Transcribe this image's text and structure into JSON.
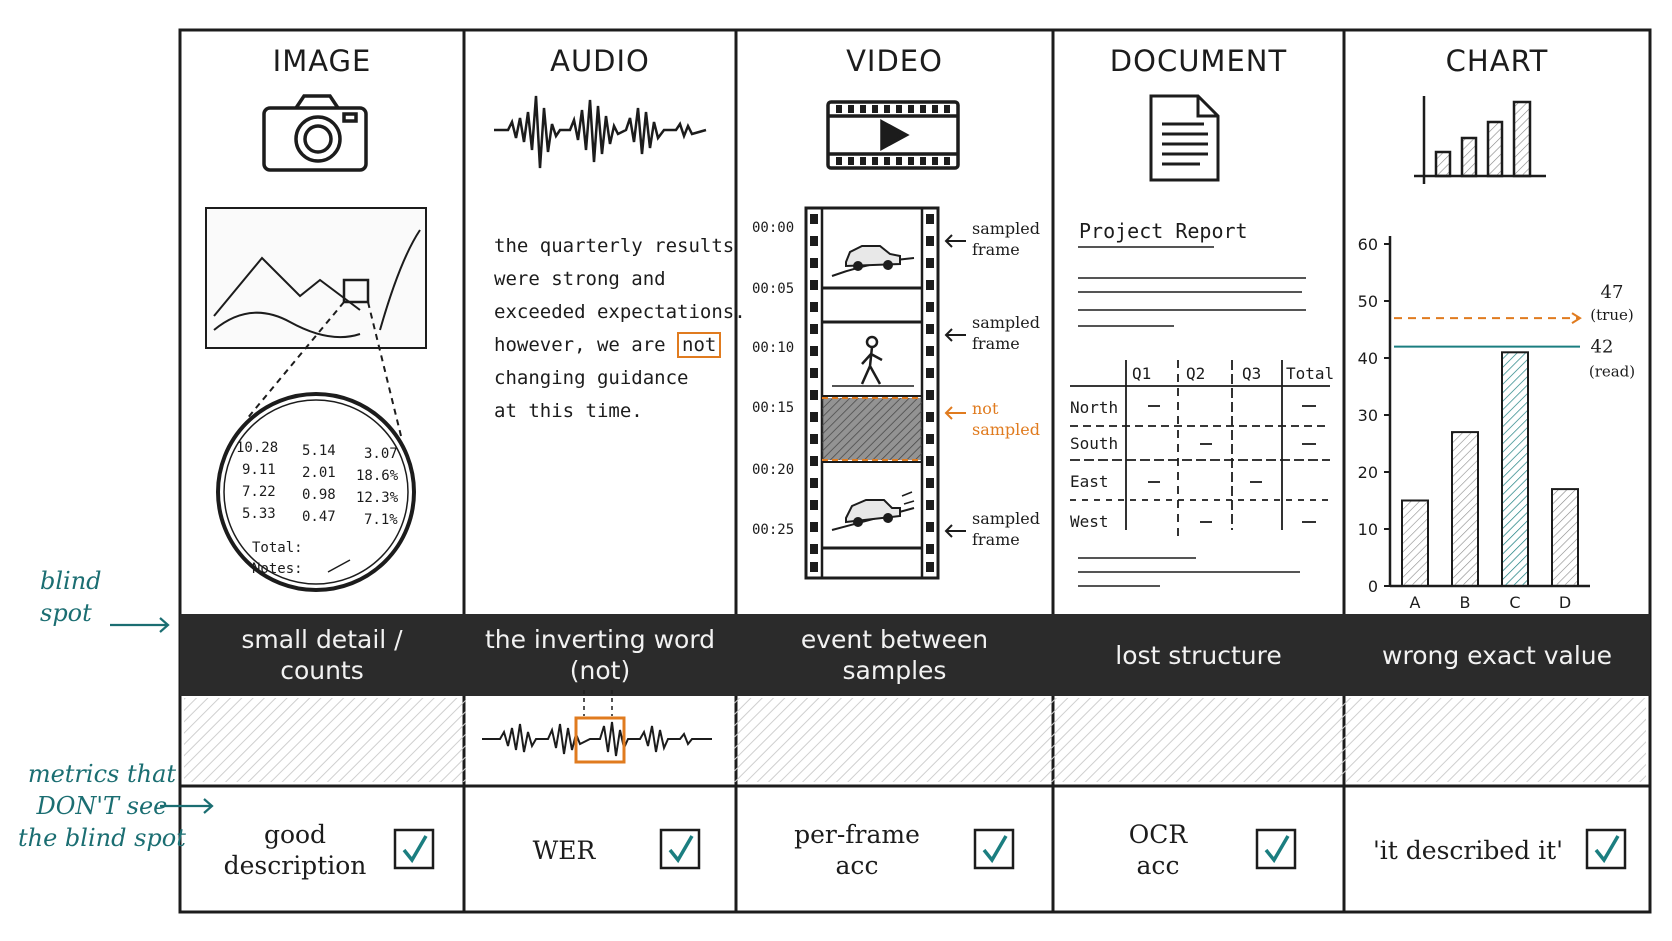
{
  "columns": [
    {
      "title": "IMAGE"
    },
    {
      "title": "AUDIO"
    },
    {
      "title": "VIDEO"
    },
    {
      "title": "DOCUMENT"
    },
    {
      "title": "CHART"
    }
  ],
  "side_notes": {
    "blind_spot": "blind\nspot",
    "metrics": "metrics that\nDON'T see\nthe blind spot"
  },
  "blind_spots": [
    "small detail /\ncounts",
    "the inverting word\n(not)",
    "event between\nsamples",
    "lost structure",
    "wrong exact value"
  ],
  "metrics": [
    "good\ndescription",
    "WER",
    "per-frame\nacc",
    "OCR\nacc",
    "'it described it'"
  ],
  "image_magnifier": {
    "rows": [
      [
        "10.28",
        "5.14",
        "3.07"
      ],
      [
        "9.11",
        "2.01",
        "18.6%"
      ],
      [
        "7.22",
        "0.98",
        "12.3%"
      ],
      [
        "5.33",
        "0.47",
        "7.1%"
      ]
    ],
    "total_label": "Total:",
    "notes_label": "Notes:"
  },
  "audio_transcript": {
    "lines": [
      "the quarterly results",
      "were strong and",
      "exceeded expectations.",
      "however, we are",
      "changing guidance",
      "at this time."
    ],
    "highlight_word": "not"
  },
  "video": {
    "timestamps": [
      "00:00",
      "00:05",
      "00:10",
      "00:15",
      "00:20",
      "00:25"
    ],
    "notes": [
      {
        "text": "sampled\nframe",
        "orange": false
      },
      {
        "text": "sampled\nframe",
        "orange": false
      },
      {
        "text": "not\nsampled",
        "orange": true
      },
      {
        "text": "sampled\nframe",
        "orange": false
      }
    ]
  },
  "document": {
    "title": "Project Report",
    "headers": [
      "Q1",
      "Q2",
      "Q3",
      "Total"
    ],
    "rows": [
      "North",
      "South",
      "East",
      "West"
    ]
  },
  "chart_data": {
    "type": "bar",
    "categories": [
      "A",
      "B",
      "C",
      "D"
    ],
    "values": [
      15,
      27,
      41,
      17
    ],
    "yticks": [
      0,
      10,
      20,
      30,
      40,
      50,
      60
    ],
    "ylim": [
      0,
      60
    ],
    "highlight_category": "C",
    "true_value": 47,
    "read_value": 42,
    "true_label": "(true)",
    "read_label": "(read)",
    "colors": {
      "true": "#e07b1f",
      "read": "#1b7e80"
    }
  },
  "colors": {
    "accent_orange": "#e07b1f",
    "accent_teal": "#1b7e80",
    "band": "#2b2b2b"
  }
}
